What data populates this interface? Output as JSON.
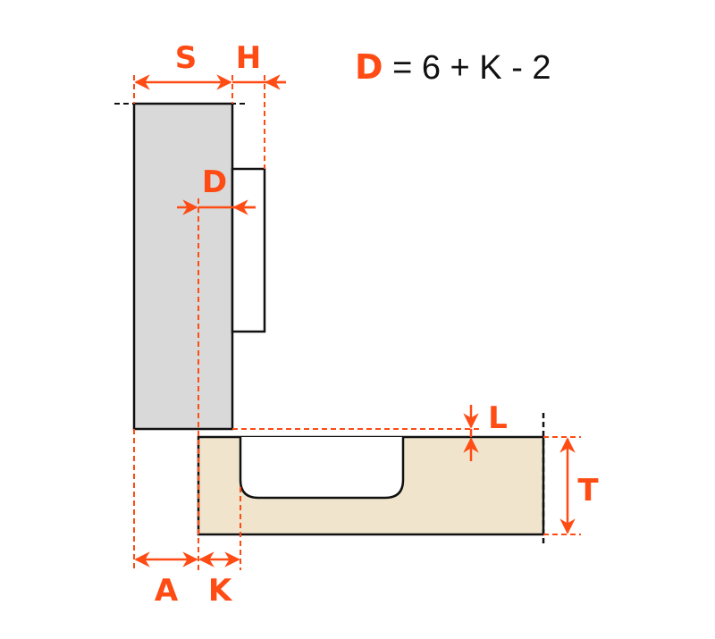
{
  "labels": {
    "S": "S",
    "H": "H",
    "D": "D",
    "L": "L",
    "T": "T",
    "A": "A",
    "K": "K"
  },
  "formula": {
    "lhs": "D",
    "rhs": " = 6 + K - 2"
  },
  "colors": {
    "accent": "#ff4b14",
    "cabinet_side": "#d9d9d9",
    "door": "#f0e5cc",
    "outline": "#111111"
  }
}
